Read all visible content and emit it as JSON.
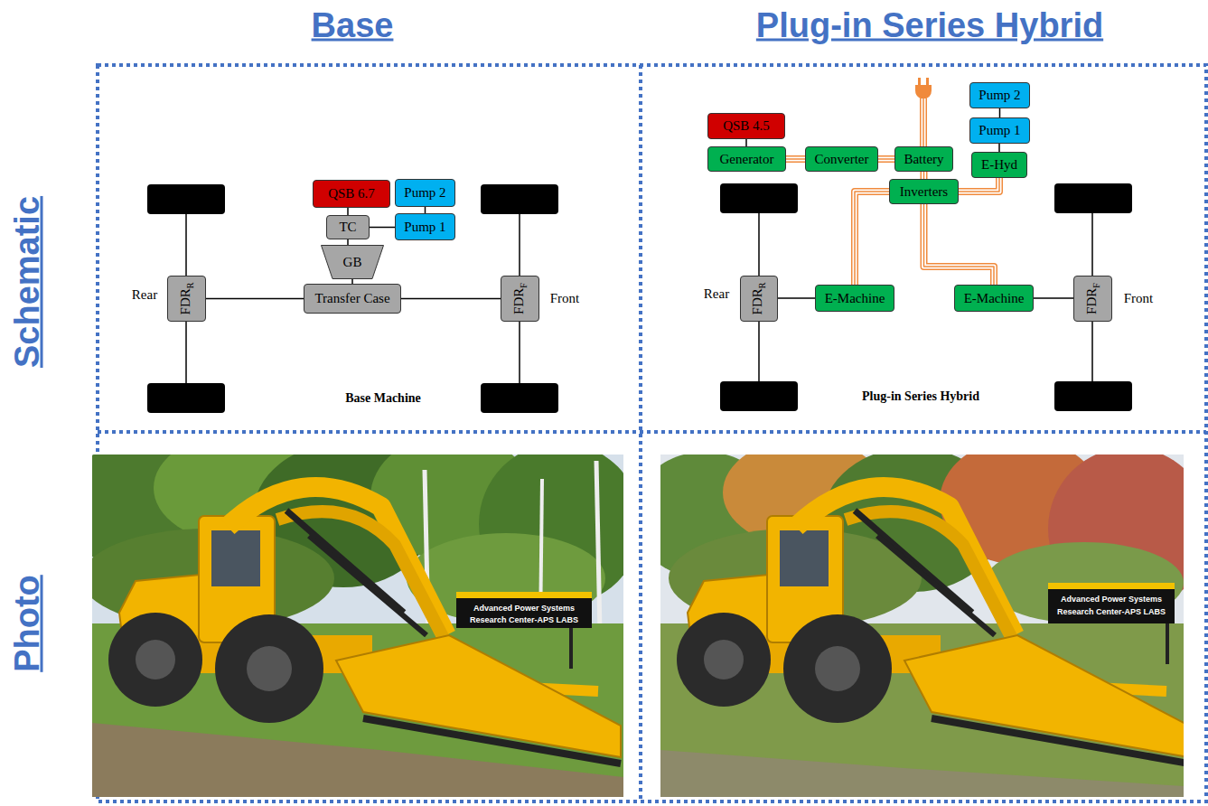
{
  "diagram": {
    "nodes": [
      {
        "text": [
          "QSB 6.7"
        ]
      },
      {
        "text": [
          "Pump 2"
        ]
      },
      {
        "text": [
          "TC"
        ]
      },
      {
        "text": [
          "Pump 1"
        ]
      },
      {
        "text": [
          "GB"
        ]
      },
      {
        "text": [
          "FDR",
          "R"
        ]
      },
      {
        "text": [
          "Transfer Case"
        ]
      },
      {
        "text": [
          "FDR",
          "F"
        ]
      },
      {
        "text": [
          "QSB 4.5"
        ]
      },
      {
        "text": [
          "Pump 2"
        ]
      },
      {
        "text": [
          "Pump 1"
        ]
      },
      {
        "text": [
          "Generator"
        ]
      },
      {
        "text": [
          "Converter"
        ]
      },
      {
        "text": [
          "Battery"
        ]
      },
      {
        "text": [
          "E-Hyd"
        ]
      },
      {
        "text": [
          "Inverters"
        ]
      },
      {
        "text": [
          "FDR",
          "R"
        ]
      },
      {
        "text": [
          "E-Machine"
        ]
      },
      {
        "text": [
          "E-Machine"
        ]
      },
      {
        "text": [
          "FDR",
          "F"
        ]
      }
    ],
    "edges": [
      {
        "from": 0,
        "to": 2,
        "arrow": "none"
      },
      {
        "from": 1,
        "to": 3,
        "arrow": "none"
      },
      {
        "from": 2,
        "to": 3,
        "arrow": "none"
      },
      {
        "from": 2,
        "to": 4,
        "arrow": "none"
      },
      {
        "from": 4,
        "to": 6,
        "arrow": "none"
      },
      {
        "from": 6,
        "to": 5,
        "arrow": "none"
      },
      {
        "from": 6,
        "to": 7,
        "arrow": "none"
      },
      {
        "from": 8,
        "to": 11,
        "arrow": "none"
      },
      {
        "from": 9,
        "to": 10,
        "arrow": "none"
      },
      {
        "from": 10,
        "to": 14,
        "arrow": "none"
      },
      {
        "from": 11,
        "to": 12,
        "arrow": "none"
      },
      {
        "from": 12,
        "to": 13,
        "arrow": "none"
      },
      {
        "from": 13,
        "to": 15,
        "arrow": "none"
      },
      {
        "from": 15,
        "to": 14,
        "arrow": "none"
      },
      {
        "from": 15,
        "to": 17,
        "arrow": "none"
      },
      {
        "from": 15,
        "to": 18,
        "arrow": "none"
      },
      {
        "from": 17,
        "to": 16,
        "arrow": "none"
      },
      {
        "from": 18,
        "to": 19,
        "arrow": "none"
      }
    ],
    "labels": [
      "Base",
      "Plug-in Series Hybrid",
      "Schematic",
      "Photo",
      "Rear",
      "Front",
      "Base Machine",
      "Rear",
      "Front",
      "Plug-in Series Hybrid",
      "Advanced Power Systems",
      "Research Center-APS LABS",
      "Advanced Power Systems",
      "Research Center-APS LABS"
    ]
  }
}
